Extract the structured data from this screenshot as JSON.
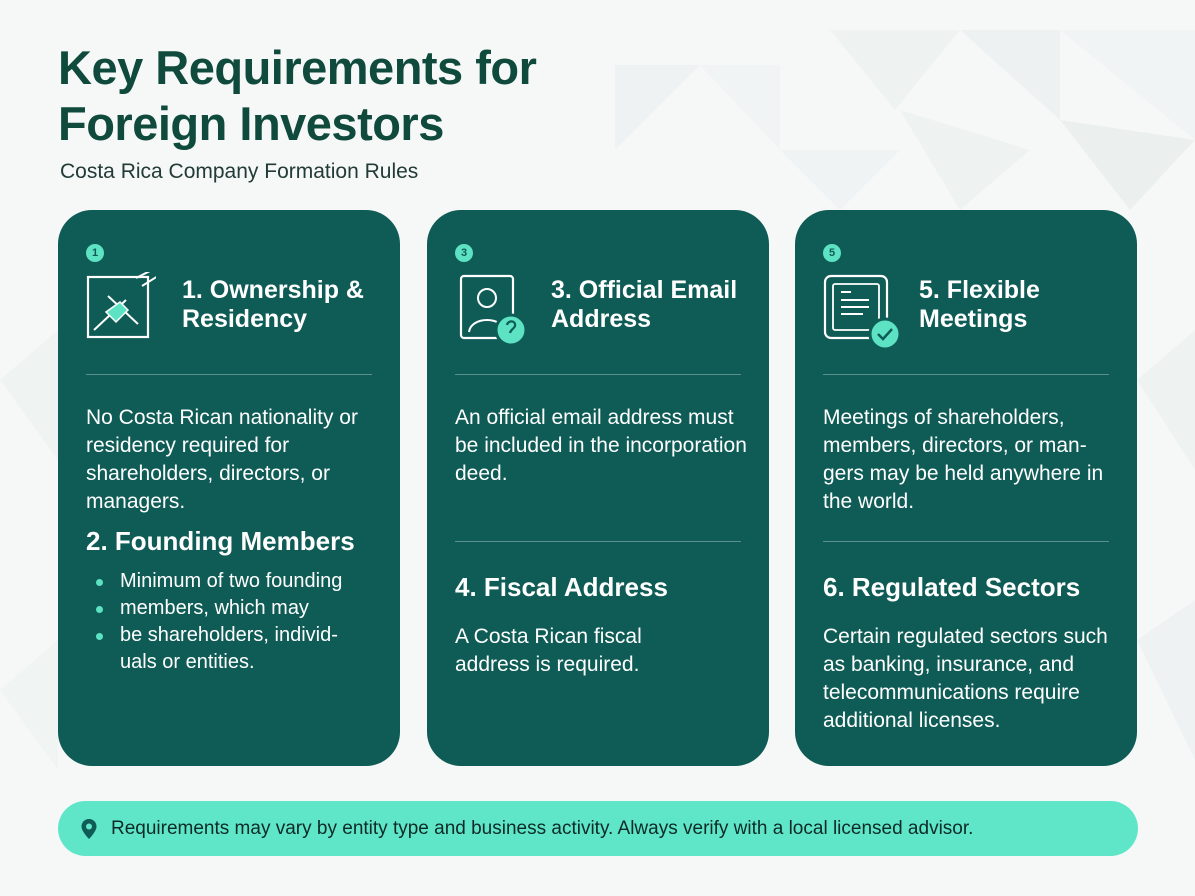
{
  "header": {
    "title": "Key Requirements for Foreign Investors",
    "subtitle": "Costa Rica Company Formation Rules"
  },
  "colors": {
    "card_background": "#0f5c56",
    "accent": "#5de3c4",
    "title_color": "#0f4a3c",
    "notice_background": "#5fe6c9"
  },
  "cards": [
    {
      "badge": "1",
      "icon": "handshake-icon",
      "title": "1. Ownership & Residency",
      "body": "No Costa Rican nationality or residency required for shareholders, directors, or managers.",
      "section_title": "2. Founding Members",
      "bullets": [
        "Minimum of two founding",
        "members, which may",
        "be shareholders, individ-"
      ],
      "bullet_continuation": "uals or entities."
    },
    {
      "badge": "3",
      "icon": "user-email-icon",
      "title": "3. Official Email Address",
      "body": "An official email address must be included in the incorporation deed.",
      "section_title": "4. Fiscal Address",
      "section_body": "A Costa Rican fiscal address is required."
    },
    {
      "badge": "5",
      "icon": "document-check-icon",
      "title": "5. Flexible Meetings",
      "body": "Meetings of shareholders, members, directors, or man-gers may be held anywhere in the world.",
      "section_title": "6. Regulated Sectors",
      "section_body": "Certain regulated sectors such as banking, insurance, and telecommunications require additional licenses."
    }
  ],
  "notice": {
    "icon": "location-pin-icon",
    "text": "Requirements may vary by entity type and business activity. Always verify with a local licensed advisor."
  }
}
